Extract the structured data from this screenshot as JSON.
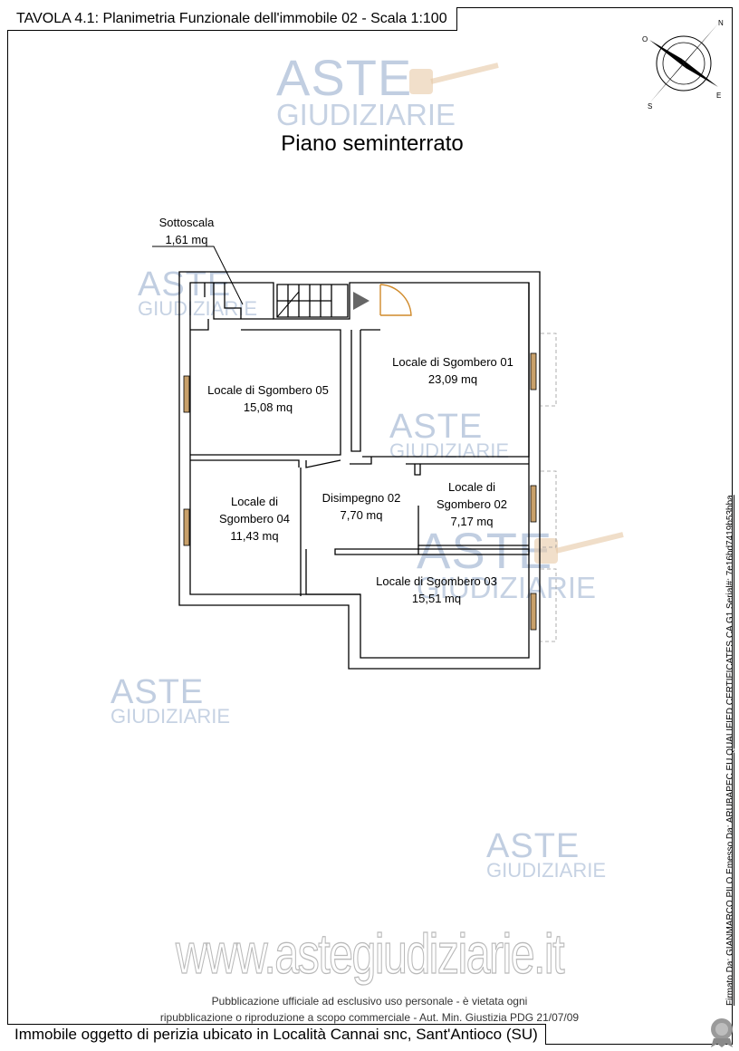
{
  "header": {
    "title": "TAVOLA 4.1: Planimetria Funzionale dell'immobile 02 - Scala 1:100"
  },
  "plan_title": "Piano seminterrato",
  "rooms": [
    {
      "name": "Sottoscala",
      "area": "1,61 mq"
    },
    {
      "name": "Locale di Sgombero 01",
      "area": "23,09 mq"
    },
    {
      "name": "Locale di Sgombero 05",
      "area": "15,08 mq"
    },
    {
      "name_line1": "Locale di",
      "name_line2": "Sgombero 04",
      "area": "11,43 mq"
    },
    {
      "name": "Disimpegno 02",
      "area": "7,70 mq"
    },
    {
      "name_line1": "Locale di",
      "name_line2": "Sgombero 02",
      "area": "7,17 mq"
    },
    {
      "name": "Locale di Sgombero 03",
      "area": "15,51 mq"
    }
  ],
  "watermark": {
    "brand_top": "ASTE",
    "brand_bottom": "GIUDIZIARIE",
    "site": "www.astegiudiziarie.it"
  },
  "legal": {
    "line1": "Pubblicazione ufficiale ad esclusivo uso personale - è vietata ogni",
    "line2": "ripubblicazione o riproduzione a scopo commerciale - Aut. Min. Giustizia PDG 21/07/09"
  },
  "footer": {
    "text": "Immobile oggetto di perizia ubicato in Località Cannai snc, Sant'Antioco (SU)"
  },
  "signature": "Firmato Da: GIANMARCO PILO Emesso Da: ARUBAPEC EU QUALIFIED CERTIFICATES CA G1 Serial#: 7e16bd7419b53bba",
  "colors": {
    "wall": "#000000",
    "window": "#c8a06a",
    "watermark": "#8fa7c9",
    "door": "#d08a2a"
  }
}
